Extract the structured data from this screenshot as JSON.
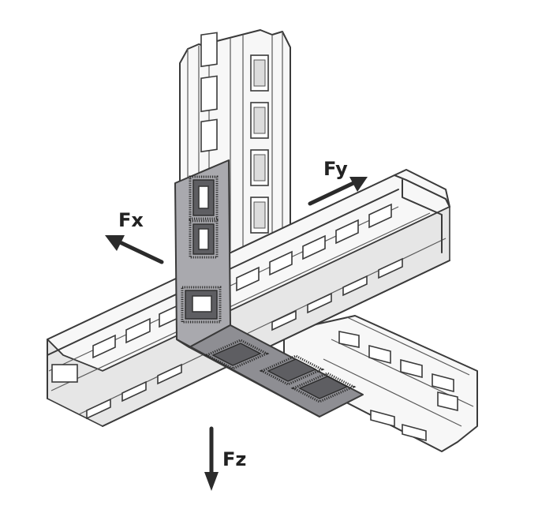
{
  "forces": {
    "fx": "Fx",
    "fy": "Fy",
    "fz": "Fz"
  },
  "colors": {
    "steel": "#f7f7f7",
    "outline": "#3a3a3a",
    "bracket": "#8e8e93",
    "arrow": "#2b2b2b"
  },
  "icons": [
    "arrow-left-up-icon",
    "arrow-right-up-icon",
    "arrow-down-icon"
  ]
}
